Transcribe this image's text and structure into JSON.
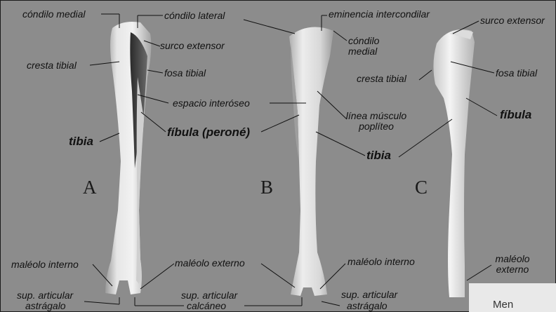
{
  "figure": {
    "panels": [
      {
        "letter": "A"
      },
      {
        "letter": "B"
      },
      {
        "letter": "C"
      }
    ],
    "labels": {
      "a_condilo_medial": "cóndilo medial",
      "a_condilo_lateral": "cóndilo lateral",
      "a_surco_extensor": "surco extensor",
      "a_cresta_tibial": "cresta tibial",
      "a_fosa_tibial": "fosa tibial",
      "a_espacio_interoseo": "espacio interóseo",
      "a_fibula_perone": "fíbula (peroné)",
      "a_tibia": "tibia",
      "a_maleolo_interno": "maléolo interno",
      "a_maleolo_externo": "maléolo externo",
      "a_sup_articular_astragalo_line1": "sup. articular",
      "a_sup_articular_astragalo_line2": "astrágalo",
      "a_sup_articular_calcaneo_line1": "sup. articular",
      "a_sup_articular_calcaneo_line2": "calcáneo",
      "b_eminencia_intercondilar": "eminencia intercondilar",
      "b_condilo_medial_line1": "cóndilo",
      "b_condilo_medial_line2": "medial",
      "b_linea_musculo_popliteo_line1": "línea músculo",
      "b_linea_musculo_popliteo_line2": "poplíteo",
      "b_tibia": "tibia",
      "b_maleolo_interno": "maléolo interno",
      "b_sup_articular_astragalo_line1": "sup. articular",
      "b_sup_articular_astragalo_line2": "astrágalo",
      "c_surco_extensor": "surco extensor",
      "c_cresta_tibial": "cresta tibial",
      "c_fosa_tibial": "fosa tibial",
      "c_fibula": "fíbula",
      "c_maleolo_externo_line1": "maléolo",
      "c_maleolo_externo_line2": "externo"
    },
    "watermark": "Men"
  }
}
